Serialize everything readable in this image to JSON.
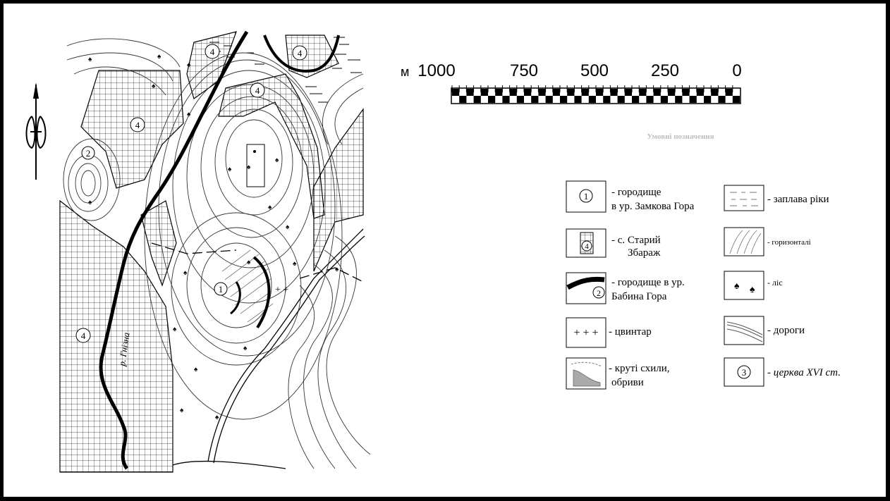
{
  "map": {
    "river_label": "р. Гнізна",
    "area_labels": {
      "site_1": "1",
      "site_2": "2",
      "village": "4"
    }
  },
  "scale_bar": {
    "unit": "м",
    "ticks": [
      "1000",
      "750",
      "500",
      "250",
      "0"
    ]
  },
  "legend_header": "Умовні позначення",
  "legend": [
    {
      "symbol": "circle-1-icon",
      "symbol_text": "1",
      "label_lines": [
        "- городище",
        "в ур. Замкова Гора"
      ]
    },
    {
      "symbol": "floodplain-icon",
      "label_lines": [
        "- заплава ріки"
      ]
    },
    {
      "symbol": "village-icon",
      "symbol_text": "4",
      "label_lines": [
        "- с. Старий",
        "Збараж"
      ]
    },
    {
      "symbol": "contours-icon",
      "label_lines": [
        "- горизонталі"
      ]
    },
    {
      "symbol": "thick-line-icon",
      "symbol_text": "2",
      "label_lines": [
        "- городище в ур.",
        "Бабина Гора"
      ]
    },
    {
      "symbol": "forest-icon",
      "label_lines": [
        "- ліс"
      ]
    },
    {
      "symbol": "cemetery-icon",
      "symbol_text": "+ + +",
      "label_lines": [
        "- цвинтар"
      ]
    },
    {
      "symbol": "roads-icon",
      "label_lines": [
        "- дороги"
      ]
    },
    {
      "symbol": "steep-slopes-icon",
      "label_lines": [
        "- круті схили,",
        "обриви"
      ]
    },
    {
      "symbol": "circle-3-icon",
      "symbol_text": "3",
      "label_lines": [
        "- церква XVI ст."
      ]
    }
  ]
}
